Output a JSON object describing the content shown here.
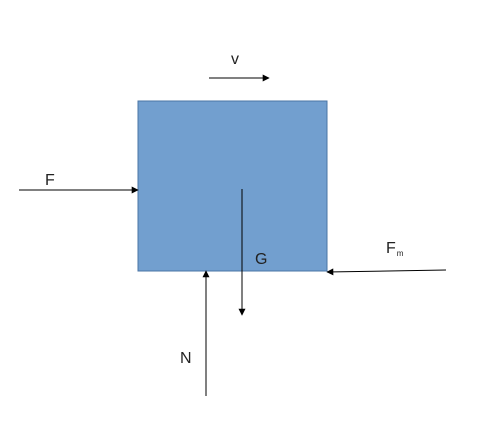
{
  "diagram": {
    "colors": {
      "block_fill": "#729fcf",
      "block_stroke": "#4a74a5",
      "arrow": "#000000",
      "text": "#222222"
    },
    "labels": {
      "velocity": "v",
      "applied_force": "F",
      "gravity": "G",
      "normal_force": "N",
      "friction_force_main": "F",
      "friction_force_sub": "m"
    }
  }
}
